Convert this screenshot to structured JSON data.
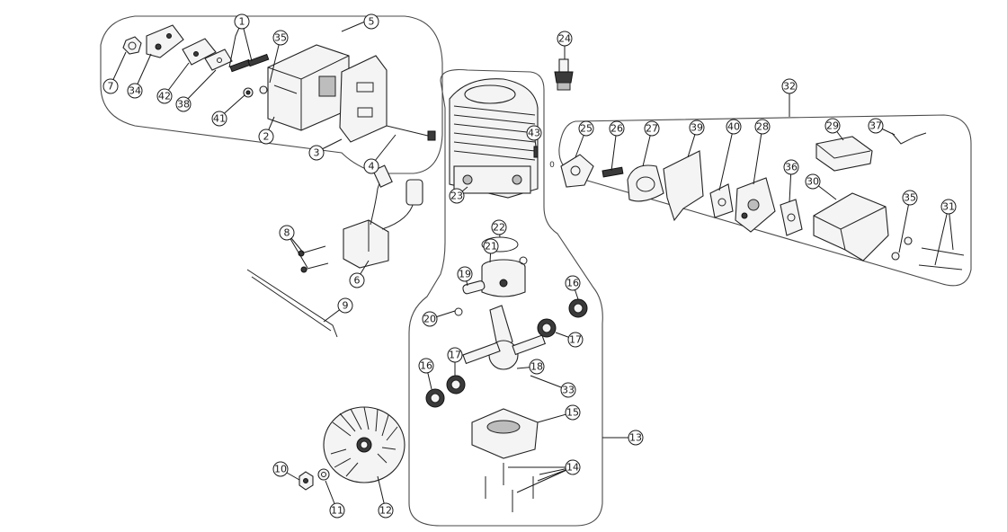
{
  "diagram": {
    "callouts": [
      {
        "id": "c1",
        "label": "1"
      },
      {
        "id": "c35a",
        "label": "35"
      },
      {
        "id": "c5",
        "label": "5"
      },
      {
        "id": "c7",
        "label": "7"
      },
      {
        "id": "c34",
        "label": "34"
      },
      {
        "id": "c42",
        "label": "42"
      },
      {
        "id": "c38",
        "label": "38"
      },
      {
        "id": "c41",
        "label": "41"
      },
      {
        "id": "c2",
        "label": "2"
      },
      {
        "id": "c3",
        "label": "3"
      },
      {
        "id": "c4",
        "label": "4"
      },
      {
        "id": "c24",
        "label": "24"
      },
      {
        "id": "c43",
        "label": "43"
      },
      {
        "id": "c23",
        "label": "23"
      },
      {
        "id": "c32",
        "label": "32"
      },
      {
        "id": "c25",
        "label": "25"
      },
      {
        "id": "c26",
        "label": "26"
      },
      {
        "id": "c27",
        "label": "27"
      },
      {
        "id": "c39",
        "label": "39"
      },
      {
        "id": "c40",
        "label": "40"
      },
      {
        "id": "c28",
        "label": "28"
      },
      {
        "id": "c29",
        "label": "29"
      },
      {
        "id": "c37",
        "label": "37"
      },
      {
        "id": "c36",
        "label": "36"
      },
      {
        "id": "c30",
        "label": "30"
      },
      {
        "id": "c35b",
        "label": "35"
      },
      {
        "id": "c31",
        "label": "31"
      },
      {
        "id": "c8",
        "label": "8"
      },
      {
        "id": "c6",
        "label": "6"
      },
      {
        "id": "c9",
        "label": "9"
      },
      {
        "id": "c22",
        "label": "22"
      },
      {
        "id": "c21",
        "label": "21"
      },
      {
        "id": "c19",
        "label": "19"
      },
      {
        "id": "c16a",
        "label": "16"
      },
      {
        "id": "c20",
        "label": "20"
      },
      {
        "id": "c17a",
        "label": "17"
      },
      {
        "id": "c16b",
        "label": "16"
      },
      {
        "id": "c17b",
        "label": "17"
      },
      {
        "id": "c18",
        "label": "18"
      },
      {
        "id": "c33",
        "label": "33"
      },
      {
        "id": "c15",
        "label": "15"
      },
      {
        "id": "c13",
        "label": "13"
      },
      {
        "id": "c14",
        "label": "14"
      },
      {
        "id": "c10",
        "label": "10"
      },
      {
        "id": "c11",
        "label": "11"
      },
      {
        "id": "c12",
        "label": "12"
      }
    ],
    "small_mark": "0"
  }
}
